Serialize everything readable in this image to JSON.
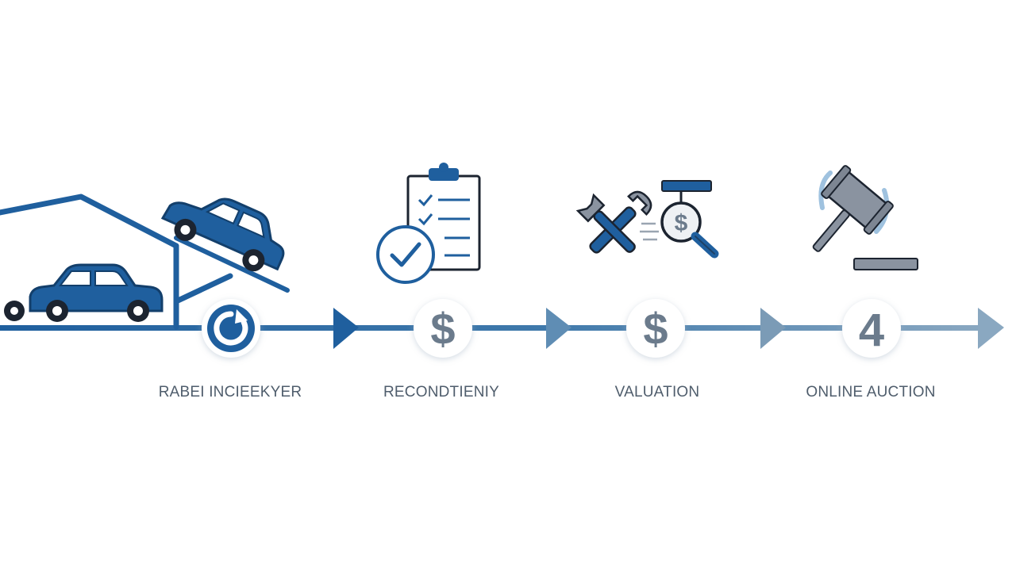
{
  "colors": {
    "primary": "#1f5f9e",
    "primary_dark": "#133f6b",
    "arrow_dark": "#1f5f9e",
    "arrow_light": "#7b9bb6",
    "node_text": "#6b7b8c",
    "label_text": "#4f5d6c",
    "gray": "#8a93a0"
  },
  "steps": [
    {
      "label": "RABEI INCIEEKYER",
      "node_symbol": "refresh-icon",
      "node_text": ""
    },
    {
      "label": "RECONDTIENIY",
      "node_symbol": "dollar",
      "node_text": "$"
    },
    {
      "label": "VALUATION",
      "node_symbol": "dollar",
      "node_text": "$"
    },
    {
      "label": "ONLINE AUCTION",
      "node_symbol": "number",
      "node_text": "4"
    }
  ],
  "icons": [
    "garage-icon",
    "car-icon",
    "clipboard-check-icon",
    "tools-icon",
    "magnifier-dollar-icon",
    "gavel-icon"
  ]
}
